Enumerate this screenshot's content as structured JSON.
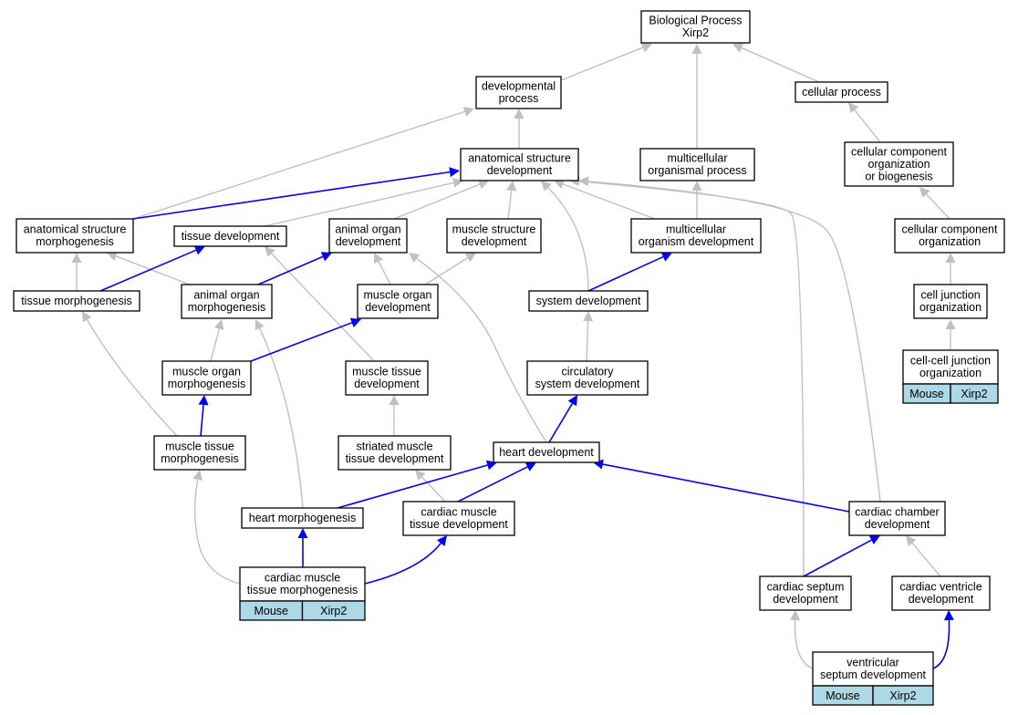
{
  "nodes": [
    {
      "id": "bp",
      "lines": [
        "Biological Process",
        "Xirp2"
      ]
    },
    {
      "id": "dev_process",
      "lines": [
        "developmental",
        "process"
      ]
    },
    {
      "id": "cell_process",
      "lines": [
        "cellular process"
      ]
    },
    {
      "id": "asd",
      "lines": [
        "anatomical structure",
        "development"
      ]
    },
    {
      "id": "mop",
      "lines": [
        "multicellular",
        "organismal process"
      ]
    },
    {
      "id": "ccob",
      "lines": [
        "cellular component",
        "organization",
        "or biogenesis"
      ]
    },
    {
      "id": "asm",
      "lines": [
        "anatomical structure",
        "morphogenesis"
      ]
    },
    {
      "id": "tissue_dev",
      "lines": [
        "tissue development"
      ]
    },
    {
      "id": "aod",
      "lines": [
        "animal organ",
        "development"
      ]
    },
    {
      "id": "msd",
      "lines": [
        "muscle structure",
        "development"
      ]
    },
    {
      "id": "mod",
      "lines": [
        "multicellular",
        "organism development"
      ]
    },
    {
      "id": "cco",
      "lines": [
        "cellular component",
        "organization"
      ]
    },
    {
      "id": "tm",
      "lines": [
        "tissue morphogenesis"
      ]
    },
    {
      "id": "aom",
      "lines": [
        "animal organ",
        "morphogenesis"
      ]
    },
    {
      "id": "muod",
      "lines": [
        "muscle organ",
        "development"
      ]
    },
    {
      "id": "sysdev",
      "lines": [
        "system development"
      ]
    },
    {
      "id": "cjo",
      "lines": [
        "cell junction",
        "organization"
      ]
    },
    {
      "id": "muom",
      "lines": [
        "muscle organ",
        "morphogenesis"
      ]
    },
    {
      "id": "mtd",
      "lines": [
        "muscle tissue",
        "development"
      ]
    },
    {
      "id": "csd",
      "lines": [
        "circulatory",
        "system development"
      ]
    },
    {
      "id": "ccjo",
      "lines": [
        "cell-cell junction",
        "organization"
      ],
      "badge": [
        "Mouse",
        "Xirp2"
      ]
    },
    {
      "id": "mtm",
      "lines": [
        "muscle tissue",
        "morphogenesis"
      ]
    },
    {
      "id": "smtd",
      "lines": [
        "striated muscle",
        "tissue development"
      ]
    },
    {
      "id": "hd",
      "lines": [
        "heart development"
      ]
    },
    {
      "id": "hm",
      "lines": [
        "heart morphogenesis"
      ]
    },
    {
      "id": "cmtd",
      "lines": [
        "cardiac muscle",
        "tissue development"
      ]
    },
    {
      "id": "ccd",
      "lines": [
        "cardiac chamber",
        "development"
      ]
    },
    {
      "id": "cmtm",
      "lines": [
        "cardiac muscle",
        "tissue morphogenesis"
      ],
      "badge": [
        "Mouse",
        "Xirp2"
      ]
    },
    {
      "id": "csepd",
      "lines": [
        "cardiac septum",
        "development"
      ]
    },
    {
      "id": "cvd",
      "lines": [
        "cardiac ventricle",
        "development"
      ]
    },
    {
      "id": "vsd",
      "lines": [
        "ventricular",
        "septum development"
      ],
      "badge": [
        "Mouse",
        "Xirp2"
      ]
    }
  ],
  "edges": [
    {
      "from": "dev_process",
      "to": "bp",
      "color": "gray"
    },
    {
      "from": "mop",
      "to": "bp",
      "color": "gray"
    },
    {
      "from": "cell_process",
      "to": "bp",
      "color": "gray"
    },
    {
      "from": "asd",
      "to": "dev_process",
      "color": "gray"
    },
    {
      "from": "asm",
      "to": "dev_process",
      "color": "gray"
    },
    {
      "from": "ccob",
      "to": "cell_process",
      "color": "gray"
    },
    {
      "from": "cco",
      "to": "ccob",
      "color": "gray"
    },
    {
      "from": "cjo",
      "to": "cco",
      "color": "gray"
    },
    {
      "from": "ccjo",
      "to": "cjo",
      "color": "gray"
    },
    {
      "from": "mod",
      "to": "mop",
      "color": "gray"
    },
    {
      "from": "asm",
      "to": "asd",
      "color": "blue"
    },
    {
      "from": "tissue_dev",
      "to": "asd",
      "color": "gray"
    },
    {
      "from": "aod",
      "to": "asd",
      "color": "gray"
    },
    {
      "from": "msd",
      "to": "asd",
      "color": "gray"
    },
    {
      "from": "sysdev",
      "to": "asd",
      "color": "gray"
    },
    {
      "from": "mod",
      "to": "asd",
      "color": "gray"
    },
    {
      "from": "csepd",
      "to": "asd",
      "color": "gray"
    },
    {
      "from": "ccd",
      "to": "asd",
      "color": "gray"
    },
    {
      "from": "tm",
      "to": "asm",
      "color": "gray"
    },
    {
      "from": "aom",
      "to": "asm",
      "color": "gray"
    },
    {
      "from": "tm",
      "to": "tissue_dev",
      "color": "blue"
    },
    {
      "from": "mtd",
      "to": "tissue_dev",
      "color": "gray"
    },
    {
      "from": "aom",
      "to": "aod",
      "color": "blue"
    },
    {
      "from": "muod",
      "to": "aod",
      "color": "gray"
    },
    {
      "from": "hd",
      "to": "aod",
      "color": "gray"
    },
    {
      "from": "muod",
      "to": "msd",
      "color": "gray"
    },
    {
      "from": "sysdev",
      "to": "mod",
      "color": "blue"
    },
    {
      "from": "muom",
      "to": "aom",
      "color": "gray"
    },
    {
      "from": "hm",
      "to": "aom",
      "color": "gray"
    },
    {
      "from": "muom",
      "to": "muod",
      "color": "blue"
    },
    {
      "from": "mtm",
      "to": "tm",
      "color": "gray"
    },
    {
      "from": "mtm",
      "to": "muom",
      "color": "blue"
    },
    {
      "from": "smtd",
      "to": "mtd",
      "color": "gray"
    },
    {
      "from": "cmtd",
      "to": "smtd",
      "color": "gray"
    },
    {
      "from": "csd",
      "to": "sysdev",
      "color": "gray"
    },
    {
      "from": "hd",
      "to": "csd",
      "color": "blue"
    },
    {
      "from": "hm",
      "to": "hd",
      "color": "blue"
    },
    {
      "from": "cmtd",
      "to": "hd",
      "color": "blue"
    },
    {
      "from": "ccd",
      "to": "hd",
      "color": "blue"
    },
    {
      "from": "cmtm",
      "to": "hm",
      "color": "blue"
    },
    {
      "from": "cmtm",
      "to": "cmtd",
      "color": "blue"
    },
    {
      "from": "cmtm",
      "to": "mtm",
      "color": "gray"
    },
    {
      "from": "csepd",
      "to": "ccd",
      "color": "blue"
    },
    {
      "from": "cvd",
      "to": "ccd",
      "color": "gray"
    },
    {
      "from": "vsd",
      "to": "csepd",
      "color": "gray"
    },
    {
      "from": "vsd",
      "to": "cvd",
      "color": "blue"
    }
  ]
}
